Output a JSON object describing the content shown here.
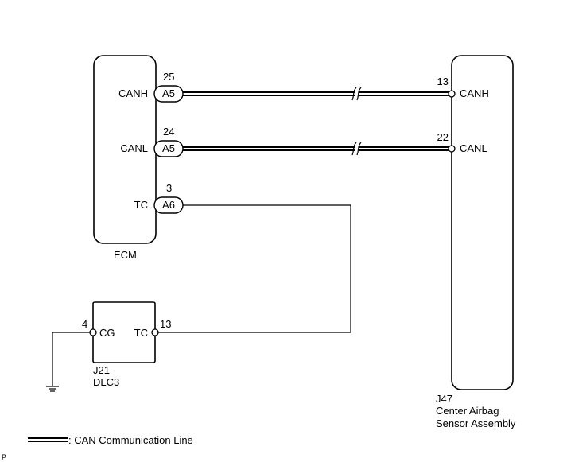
{
  "ecm": {
    "name": "ECM",
    "pins": {
      "canh": {
        "signal": "CANH",
        "connector": "A5",
        "number": "25"
      },
      "canl": {
        "signal": "CANL",
        "connector": "A5",
        "number": "24"
      },
      "tc": {
        "signal": "TC",
        "connector": "A6",
        "number": "3"
      }
    }
  },
  "dlc3": {
    "code": "J21",
    "name": "DLC3",
    "pins": {
      "cg": {
        "signal": "CG",
        "number": "4"
      },
      "tc": {
        "signal": "TC",
        "number": "13"
      }
    }
  },
  "airbag": {
    "code": "J47",
    "name_line1": "Center Airbag",
    "name_line2": "Sensor Assembly",
    "pins": {
      "canh": {
        "signal": "CANH",
        "number": "13"
      },
      "canl": {
        "signal": "CANL",
        "number": "22"
      }
    }
  },
  "legend": {
    "label": ": CAN Communication Line"
  },
  "page_mark": "P"
}
